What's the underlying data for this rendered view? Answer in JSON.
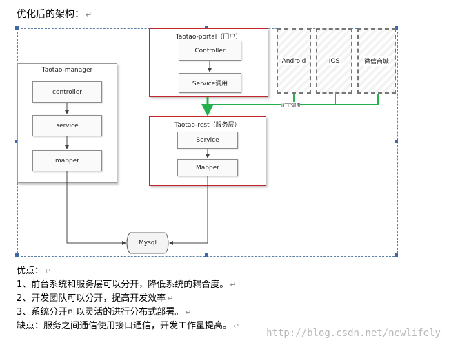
{
  "heading": "优化后的架构：",
  "paragraph_mark": "↵",
  "diagram": {
    "manager": {
      "title": "Taotao-manager",
      "nodes": [
        "controller",
        "service",
        "mapper"
      ]
    },
    "portal": {
      "title": "Taotao-portal（门户）",
      "nodes": [
        "Controller",
        "Service调用"
      ]
    },
    "rest": {
      "title": "Taotao-rest（服务层）",
      "nodes": [
        "Service",
        "Mapper"
      ]
    },
    "clients": [
      "Android",
      "IOS",
      "微信商城"
    ],
    "http_label": "HTTP调用",
    "database": "Mysql",
    "colors": {
      "http_link": "#22b14c",
      "highlight_border": "#c1272d",
      "selection_handle": "#3e68a8"
    }
  },
  "text": {
    "pros_title": "优点：",
    "pros": [
      "1、前台系统和服务层可以分开，降低系统的耦合度。",
      "2、开发团队可以分开，提高开发效率",
      "3、系统分开可以灵活的进行分布式部署。"
    ],
    "cons": "缺点：服务之间通信使用接口通信，开发工作量提高。"
  },
  "watermark": "http://blog.csdn.net/newlifely"
}
